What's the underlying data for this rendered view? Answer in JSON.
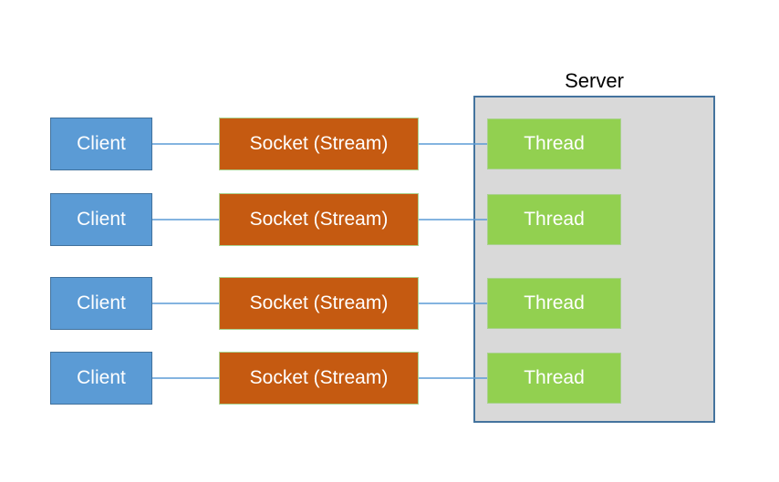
{
  "diagram": {
    "title": "Server",
    "rows": [
      {
        "client": "Client",
        "socket": "Socket (Stream)",
        "thread": "Thread"
      },
      {
        "client": "Client",
        "socket": "Socket (Stream)",
        "thread": "Thread"
      },
      {
        "client": "Client",
        "socket": "Socket (Stream)",
        "thread": "Thread"
      },
      {
        "client": "Client",
        "socket": "Socket (Stream)",
        "thread": "Thread"
      }
    ],
    "colors": {
      "client_fill": "#5B9BD5",
      "client_border": "#41719C",
      "socket_fill": "#C55A11",
      "socket_border": "#A9D18E",
      "thread_fill": "#92D050",
      "thread_border": "#A9D18E",
      "server_fill": "#D9D9D9",
      "server_border": "#44739E",
      "connector": "#5B9BD5",
      "box_text": "#FFFFFF",
      "title_color": "#000000"
    }
  }
}
